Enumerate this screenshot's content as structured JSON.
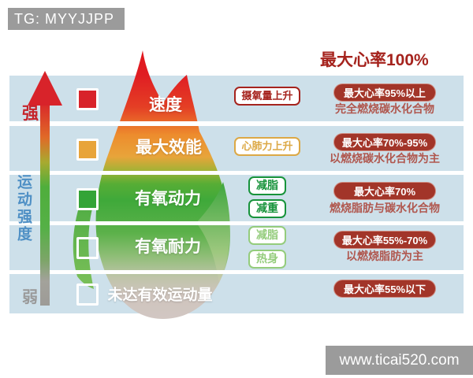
{
  "header": {
    "tag": "TG: MYYJJPP",
    "max_hr_title": "最大心率100%"
  },
  "watermark": "www.ticai520.com",
  "axis": {
    "strong": "强",
    "label": "运动强度",
    "weak": "弱"
  },
  "zones": [
    {
      "name": "速度",
      "badges": [
        "摄氧量上升"
      ],
      "pill": "最大心率95%以上",
      "desc": "完全燃烧碳水化合物"
    },
    {
      "name": "最大效能",
      "badges": [
        "心肺力上升"
      ],
      "pill": "最大心率70%-95%",
      "desc": "以燃烧碳水化合物为主"
    },
    {
      "name": "有氧动力",
      "badges": [
        "减脂",
        "减重"
      ],
      "pill": "最大心率70%",
      "desc": "燃烧脂肪与碳水化合物"
    },
    {
      "name": "有氧耐力",
      "badges": [
        "减脂",
        "热身"
      ],
      "pill": "最大心率55%-70%",
      "desc": "以燃烧脂肪为主"
    },
    {
      "name": "未达有效运动量",
      "badges": [],
      "pill": "最大心率55%以下",
      "desc": ""
    }
  ],
  "colors": {
    "band_background": "#cde0ea",
    "pill_background": "#a23529",
    "heading_red": "#a5231d",
    "desc_red": "#b0574e",
    "flame_red": "#e01d23",
    "flame_orange": "#ed8c2d",
    "flame_green": "#3fa93a",
    "flame_pale": "#d2c7c3",
    "axis_blue": "#4f90c5",
    "strong_red": "#c5242b",
    "weak_gray": "#9a9a9a",
    "swatch_red": "#d8232a",
    "swatch_orange": "#e8a43a",
    "swatch_green": "#33a437",
    "badge_gold": "#dca845",
    "badge_green": "#17933b",
    "badge_light_green": "#94cc7c",
    "bar_gray": "#9b9b9b"
  }
}
